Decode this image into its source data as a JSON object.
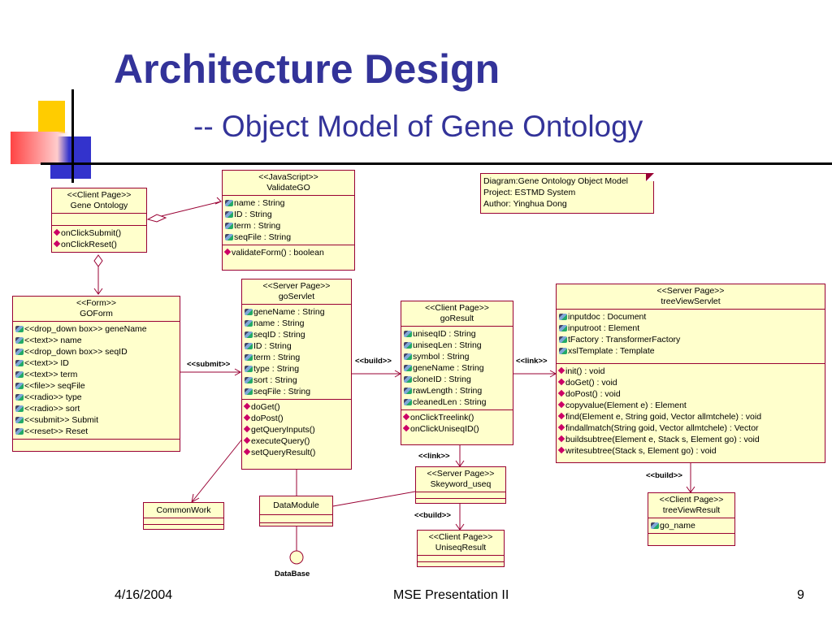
{
  "slide": {
    "title": "Architecture Design",
    "subtitle": "-- Object Model of Gene Ontology",
    "footer": {
      "date": "4/16/2004",
      "center": "MSE Presentation II",
      "page": "9"
    }
  },
  "note": {
    "lines": [
      "Diagram:Gene Ontology Object Model",
      "Project: ESTMD System",
      "Author: Yinghua Dong"
    ]
  },
  "classes": {
    "gene_ontology": {
      "stereotype": "<<Client Page>>",
      "name": "Gene Ontology",
      "attributes": [],
      "operations": [
        "onClickSubmit()",
        "onClickReset()"
      ]
    },
    "validate_go": {
      "stereotype": "<<JavaScript>>",
      "name": "ValidateGO",
      "attributes": [
        "name : String",
        "ID : String",
        "term : String",
        "seqFile : String"
      ],
      "operations": [
        "validateForm() : boolean"
      ]
    },
    "go_form": {
      "stereotype": "<<Form>>",
      "name": "GOForm",
      "attributes": [
        "<<drop_down box>> geneName",
        "<<text>> name",
        "<<drop_down box>> seqID",
        "<<text>> ID",
        "<<text>> term",
        "<<file>> seqFile",
        "<<radio>> type",
        "<<radio>> sort",
        "<<submit>> Submit",
        "<<reset>> Reset"
      ],
      "operations": []
    },
    "go_servlet": {
      "stereotype": "<<Server Page>>",
      "name": "goServlet",
      "attributes": [
        "geneName : String",
        "name : String",
        "seqID : String",
        "ID : String",
        "term : String",
        "type : String",
        "sort : String",
        "seqFile : String"
      ],
      "operations": [
        "doGet()",
        "doPost()",
        "getQueryInputs()",
        "executeQuery()",
        "setQueryResult()"
      ]
    },
    "go_result": {
      "stereotype": "<<Client Page>>",
      "name": "goResult",
      "attributes": [
        "uniseqID : String",
        "uniseqLen : String",
        "symbol : String",
        "geneName : String",
        "cloneID : String",
        "rawLength : String",
        "cleanedLen : String"
      ],
      "operations": [
        "onClickTreelink()",
        "onClickUniseqID()"
      ]
    },
    "tree_view_servlet": {
      "stereotype": "<<Server Page>>",
      "name": "treeViewServlet",
      "attributes": [
        "inputdoc : Document",
        "inputroot : Element",
        "tFactory : TransformerFactory",
        "xslTemplate : Template"
      ],
      "operations": [
        "init() : void",
        "doGet() : void",
        "doPost() : void",
        "copyvalue(Element e) : Element",
        "find(Element e, String goid, Vector allmtchele) : void",
        "findallmatch(String goid, Vector allmtchele) : Vector",
        "buildsubtree(Element e, Stack s, Element go) : void",
        "writesubtree(Stack s, Element go) : void"
      ]
    },
    "skeyword_useq": {
      "stereotype": "<<Server Page>>",
      "name": "Skeyword_useq",
      "attributes": [],
      "operations": []
    },
    "uniseq_result": {
      "stereotype": "<<Client Page>>",
      "name": "UniseqResult",
      "attributes": [],
      "operations": []
    },
    "tree_view_result": {
      "stereotype": "<<Client Page>>",
      "name": "treeViewResult",
      "attributes": [
        "go_name"
      ],
      "operations": []
    },
    "common_work": {
      "stereotype": "",
      "name": "CommonWork",
      "attributes": [],
      "operations": []
    },
    "data_module": {
      "stereotype": "",
      "name": "DataModule",
      "attributes": [],
      "operations": []
    }
  },
  "links": {
    "submit": "<<submit>>",
    "build1": "<<build>>",
    "link1": "<<link>>",
    "link2": "<<link>>",
    "build2": "<<build>>",
    "build3": "<<build>>"
  },
  "database": {
    "label": "DataBase"
  }
}
